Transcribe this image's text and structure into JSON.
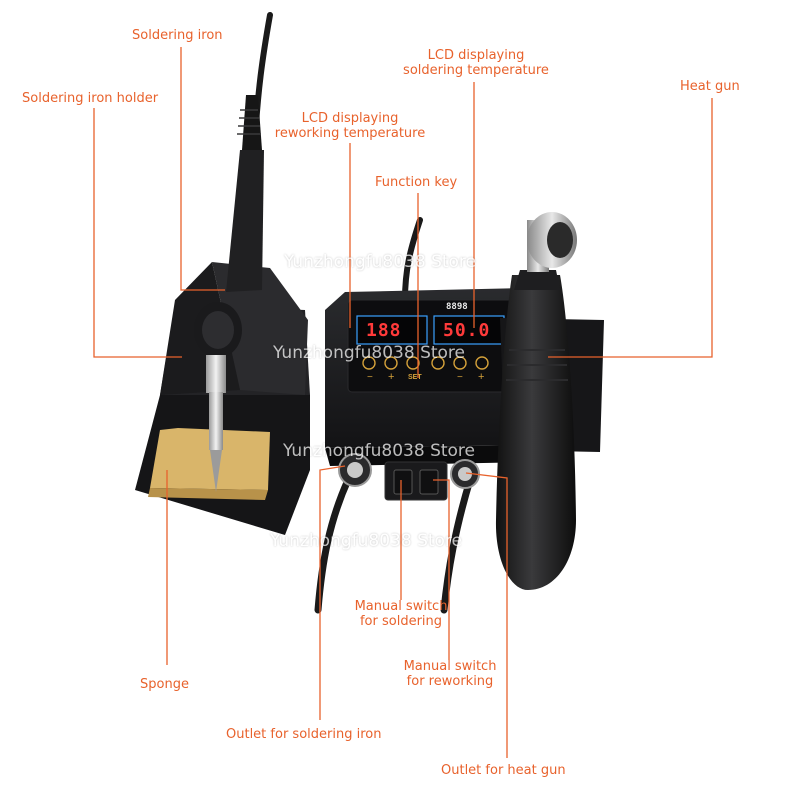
{
  "labels": {
    "soldering_iron": "Soldering iron",
    "soldering_iron_holder": "Soldering iron holder",
    "lcd_soldering": [
      "LCD displaying",
      "soldering temperature"
    ],
    "lcd_reworking": [
      "LCD displaying",
      "reworking temperature"
    ],
    "heat_gun": "Heat gun",
    "function_key": "Function key",
    "sponge": "Sponge",
    "manual_switch_soldering": [
      "Manual switch",
      "for soldering"
    ],
    "manual_switch_reworking": [
      "Manual switch",
      "for reworking"
    ],
    "outlet_soldering_iron": "Outlet for soldering iron",
    "outlet_heat_gun": "Outlet for heat gun"
  },
  "device": {
    "model": "8898",
    "lcd_left": "188",
    "lcd_right": "50.0",
    "key_minus": "−",
    "key_plus": "+",
    "key_set": "SET"
  },
  "watermark": "Yunzhongfu8038 Store",
  "colors": {
    "label": "#e8622c",
    "leader_line": "#e8622c",
    "device_body": "#1c1c1e",
    "lcd_digits": "#ff3a3a",
    "lcd_frame": "#3aa0ff",
    "sponge": "#d9b56a"
  }
}
